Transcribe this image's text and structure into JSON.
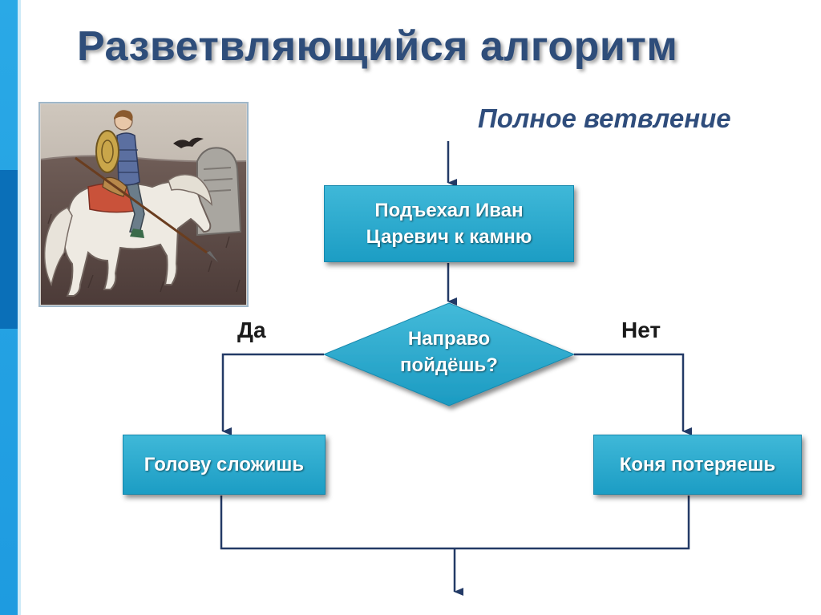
{
  "title": "Разветвляющийся алгоритм",
  "subtitle": "Полное ветвление",
  "illustration": {
    "description_icon": "knight-on-horse-illustration"
  },
  "flowchart": {
    "start_block": "Подъехал Иван Царевич к камню",
    "condition": "Направо пойдёшь?",
    "yes_label": "Да",
    "no_label": "Нет",
    "yes_block": "Голову сложишь",
    "no_block": "Коня потеряешь"
  },
  "colors": {
    "block_fill": "#2aaad0",
    "line": "#233a66",
    "title": "#2e4d7a",
    "side_bar": "#2aa9e6"
  }
}
